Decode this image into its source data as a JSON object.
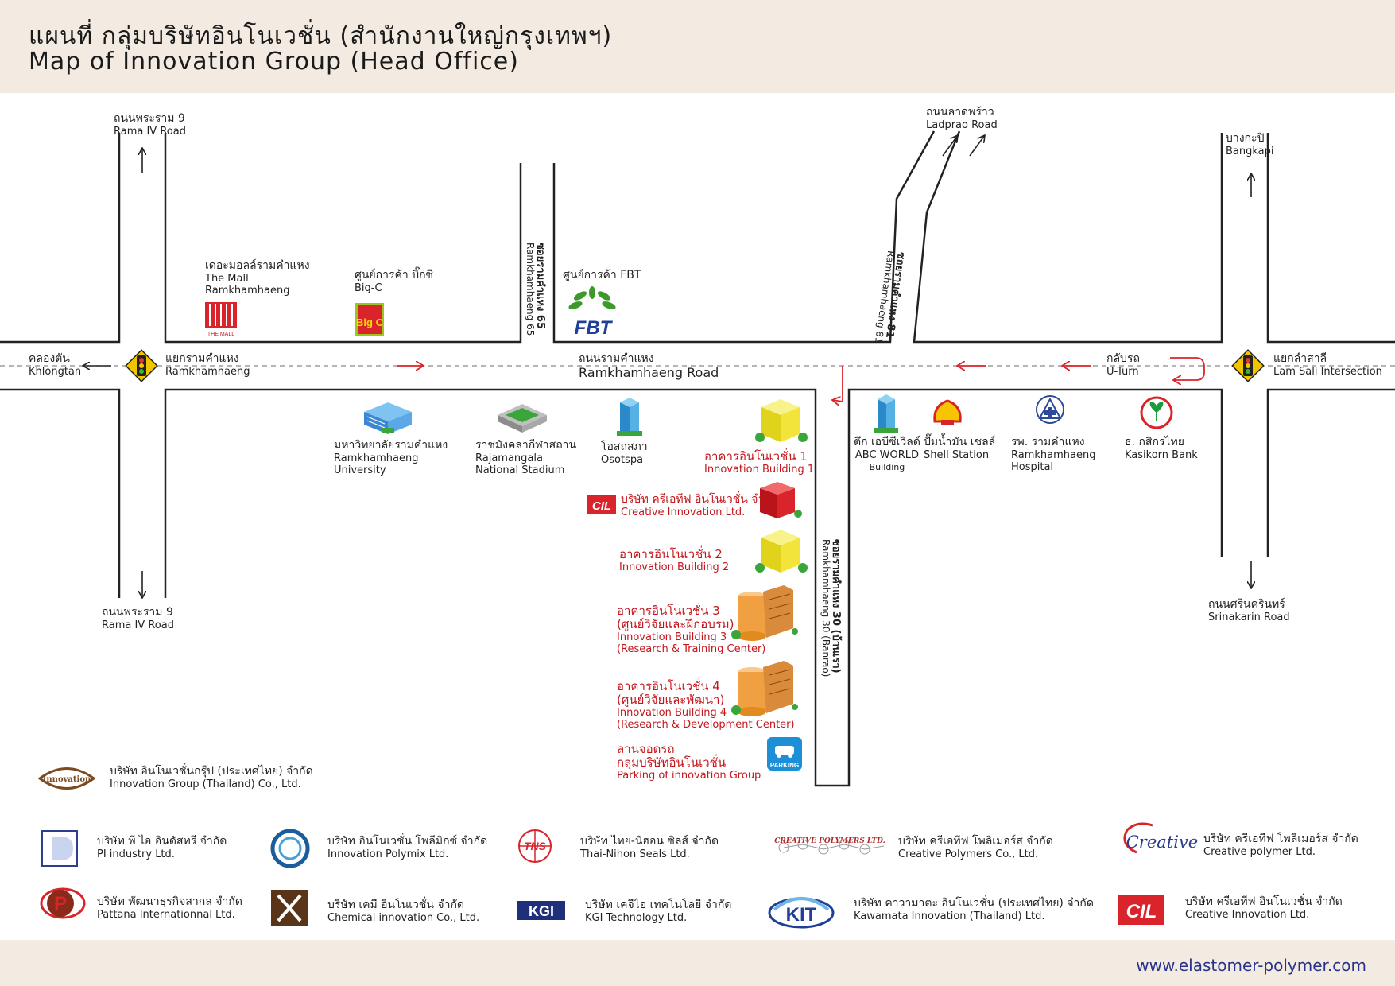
{
  "title": {
    "th": "แผนที่ กลุ่มบริษัทอินโนเวชั่น (สำนักงานใหญ่กรุงเทพฯ)",
    "en": "Map of Innovation Group (Head Office)"
  },
  "website": "www.elastomer-polymer.com",
  "roads": {
    "rama9_top": {
      "th": "ถนนพระราม 9",
      "en": "Rama IV Road"
    },
    "rama9_bottom": {
      "th": "ถนนพระราม 9",
      "en": "Rama IV Road"
    },
    "ladprao": {
      "th": "ถนนลาดพร้าว",
      "en": "Ladprao Road"
    },
    "bangkapi": {
      "th": "บางกะปิ",
      "en": "Bangkapi"
    },
    "srinakarin": {
      "th": "ถนนศรีนครินทร์",
      "en": "Srinakarin Road"
    },
    "khlongtan": {
      "th": "คลองตัน",
      "en": "Khlongtan"
    },
    "ramkhamhaeng_junction": {
      "th": "แยกรามคำแหง",
      "en": "Ramkhamhaeng"
    },
    "ramkhamhaeng_road": {
      "th": "ถนนรามคำแหง",
      "en": "Ramkhamhaeng Road"
    },
    "uturn": {
      "th": "กลับรถ",
      "en": "U-Turn"
    },
    "lamsali": {
      "th": "แยกลำสาลี",
      "en": "Lam Sali Intersection"
    },
    "soi65": {
      "th": "ซอยรามคำแหง 65",
      "en": "Ramkhamhaeng 65"
    },
    "soi81": {
      "th": "ซอยรามคำแหง 81",
      "en": "Ramkhamhaeng 81"
    },
    "soi30": {
      "th": "ซอยรามคำแหง 30 (บ้านเรา)",
      "en": "Ramkhamhaeng 30 (Banrao)"
    }
  },
  "places": {
    "themall": {
      "th": "เดอะมอลล์รามคำแหง",
      "en1": "The Mall",
      "en2": "Ramkhamhaeng",
      "logo_text": "THE MALL"
    },
    "bigc": {
      "th": "ศูนย์การค้า บิ๊กซี",
      "en1": "Big-C",
      "logo_text": "Big C"
    },
    "fbt": {
      "th": "ศูนย์การค้า FBT",
      "logo_text": "FBT"
    },
    "ru": {
      "th": "มหาวิทยาลัยรามคำแหง",
      "en1": "Ramkhamhaeng",
      "en2": "University"
    },
    "stadium": {
      "th": "ราชมังคลากีฬาสถาน",
      "en1": "Rajamangala",
      "en2": "National Stadium"
    },
    "osotspa": {
      "th": "โอสถสภา",
      "en1": "Osotspa"
    },
    "ib1": {
      "th": "อาคารอินโนเวชั่น 1",
      "en1": "Innovation Building 1"
    },
    "cil_map": {
      "th": "บริษัท ครีเอทีฟ อินโนเวชั่น จำกัด",
      "en1": "Creative Innovation Ltd.",
      "logo_text": "CIL"
    },
    "ib2": {
      "th": "อาคารอินโนเวชั่น 2",
      "en1": "Innovation Building 2"
    },
    "ib3": {
      "th": "อาคารอินโนเวชั่น 3",
      "th2": "(ศูนย์วิจัยและฝึกอบรม)",
      "en1": "Innovation Building 3",
      "en2": "(Research & Training Center)"
    },
    "ib4": {
      "th": "อาคารอินโนเวชั่น 4",
      "th2": "(ศูนย์วิจัยและพัฒนา)",
      "en1": "Innovation Building 4",
      "en2": "(Research & Development Center)"
    },
    "parking": {
      "th": "ลานจอดรถ",
      "th2": "กลุ่มบริษัทอินโนเวชั่น",
      "en1": "Parking of innovation Group",
      "logo_text": "PARKING"
    },
    "abc": {
      "th": "ตึก เอบีซีเวิลด์",
      "en1": "ABC WORLD",
      "en2": "Building"
    },
    "shell": {
      "th": "ปั๊มน้ำมัน เชลล์",
      "en1": "Shell Station"
    },
    "hospital": {
      "th": "รพ. รามคำแหง",
      "en1": "Ramkhamhaeng",
      "en2": "Hospital"
    },
    "kbank": {
      "th": "ธ. กสิกรไทย",
      "en1": "Kasikorn Bank"
    }
  },
  "legend": {
    "innovation_group": {
      "th": "บริษัท อินโนเวชั่นกรุ๊ป (ประเทศไทย) จำกัด",
      "en": "Innovation Group (Thailand) Co., Ltd.",
      "logo_text": "Innovation"
    },
    "pi": {
      "th": "บริษัท พี ไอ อินดัสทรี จำกัด",
      "en": "PI industry Ltd."
    },
    "polymix": {
      "th": "บริษัท อินโนเวชั่น โพลีมิกซ์ จำกัด",
      "en": "Innovation Polymix Ltd."
    },
    "tns": {
      "th": "บริษัท ไทย-นิฮอน ซิลส์ จำกัด",
      "en": "Thai-Nihon Seals Ltd.",
      "logo_text": "TNS"
    },
    "creative_polymers": {
      "th": "บริษัท ครีเอทีฟ โพลิเมอร์ส จำกัด",
      "en": "Creative Polymers Co., Ltd.",
      "logo_text": "CREATIVE POLYMERS LTD."
    },
    "creative_polymer": {
      "th": "บริษัท ครีเอทีฟ โพลิเมอร์ส จำกัด",
      "en": "Creative polymer Ltd.",
      "logo_text": "Creative"
    },
    "pattana": {
      "th": "บริษัท พัฒนาธุรกิจสากล จำกัด",
      "en": "Pattana Internationnal Ltd.",
      "logo_text": "P"
    },
    "chemical": {
      "th": "บริษัท เคมี อินโนเวชั่น จำกัด",
      "en": "Chemical innovation Co., Ltd."
    },
    "kgi": {
      "th": "บริษัท เคจีไอ เทคโนโลยี จำกัด",
      "en": "KGI Technology Ltd.",
      "logo_text": "KGI"
    },
    "kawamata": {
      "th": "บริษัท คาวามาตะ อินโนเวชั่น (ประเทศไทย) จำกัด",
      "en": "Kawamata Innovation (Thailand)  Ltd.",
      "logo_text": "KIT"
    },
    "cil": {
      "th": "บริษัท ครีเอทีฟ อินโนเวชั่น จำกัด",
      "en": "Creative Innovation Ltd.",
      "logo_text": "CIL"
    }
  },
  "colors": {
    "header_bg": "#f3ebe2",
    "road_line": "#222222",
    "red_text": "#c4161c",
    "website": "#27338a"
  }
}
